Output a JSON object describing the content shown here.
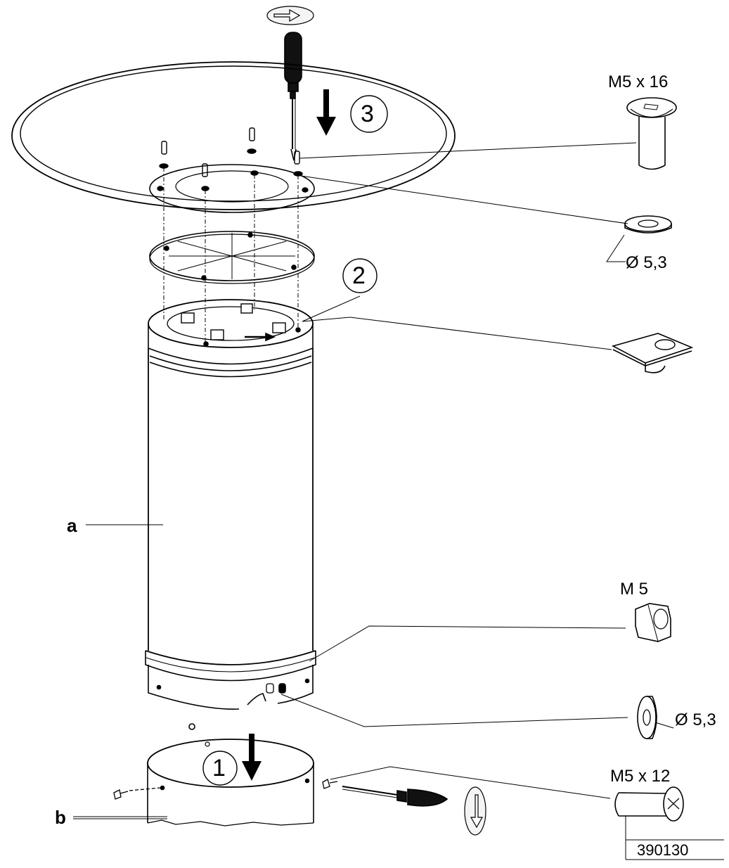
{
  "labels": {
    "screw_top": "M5 x 16",
    "washer_top": "Ø 5,3",
    "nut": "M 5",
    "washer_bottom": "Ø 5,3",
    "screw_bottom": "M5 x 12",
    "part_a": "a",
    "part_b": "b",
    "step_1": "1",
    "step_2": "2",
    "step_3": "3",
    "part_number": "390130"
  },
  "icons": [
    "screwdriver-icon",
    "rotate-clockwise-icon",
    "down-arrow-icon"
  ],
  "colors": {
    "line": "#000000",
    "background": "#ffffff"
  }
}
